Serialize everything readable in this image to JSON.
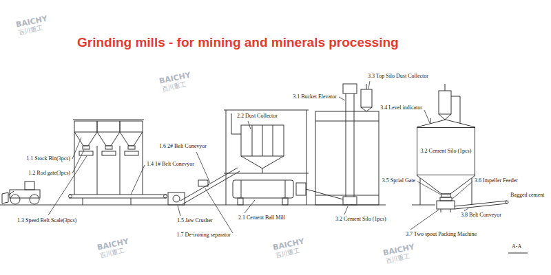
{
  "diagram": {
    "title": "Grinding mills - for mining and minerals processing",
    "nodes": [
      {
        "text": [
          "3.2 Cement Silo (1pcs)"
        ]
      }
    ],
    "labels": [
      "1.1 Stock Bin(3pcs)",
      "1.2 Rod gate(3pcs)",
      "1.3 Speed Belt Scale(3pcs)",
      "1.4 1# Belt Conevyor",
      "1.5 Jaw Crusher",
      "1.6 2# Belt Conevyor",
      "1.7 De-ironing separator",
      "2.1 Cement Ball Mill",
      "2.2 Dust Collector",
      "3.1 Bucket Elevator",
      "3.2 Cement Silo (1pcs)",
      "3.3 Top Silo Dust Collector",
      "3.4 Level indicator",
      "3.5 Sprial Gate",
      "3.6 Impeller Feeder",
      "3.7 Two spout Packing Machine",
      "3.8 Belt Conveyor",
      "Bagged cement",
      "A-A",
      "BAICHY",
      "百川重工",
      "BAICHY",
      "百川重工",
      "BAICHY",
      "百川重工",
      "BAICHY",
      "百川重工",
      "BAICHY",
      "百川重工"
    ]
  }
}
